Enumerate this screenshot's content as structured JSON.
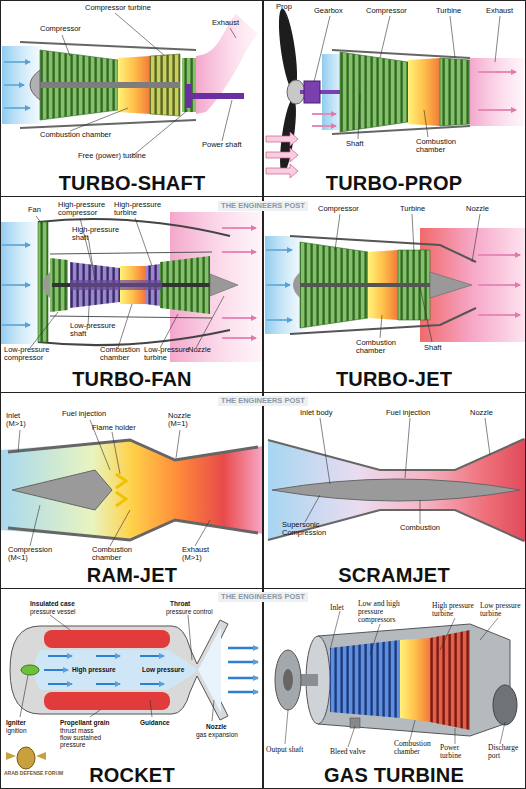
{
  "diagram": {
    "nodes": [
      {
        "text": [
          "TURBO-SHAFT"
        ]
      },
      {
        "text": [
          "TURBO-PROP"
        ]
      },
      {
        "text": [
          "TURBO-FAN"
        ]
      },
      {
        "text": [
          "TURBO-JET"
        ]
      },
      {
        "text": [
          "RAM-JET"
        ]
      },
      {
        "text": [
          "SCRAMJET"
        ]
      },
      {
        "text": [
          "ROCKET"
        ]
      },
      {
        "text": [
          "GAS TURBINE"
        ]
      }
    ],
    "labels": [
      "Compressor turbine",
      "Exhaust",
      "Compressor",
      "Combustion chamber",
      "Free (power) turbine",
      "Power shaft",
      "Prop",
      "Gearbox",
      "Compressor",
      "Turbine",
      "Exhaust",
      "Shaft",
      "Combustion chamber",
      "THE ENGINEERS POST",
      "Fan",
      "High-pressure compressor",
      "High-pressure turbine",
      "High-pressure shaft",
      "Low-pressure shaft",
      "Low-pressure compressor",
      "Combustion chamber",
      "Low-pressure turbine",
      "Nozzle",
      "Compressor",
      "Turbine",
      "Nozzle",
      "Combustion chamber",
      "Shaft",
      "THE ENGINEERS POST",
      "Inlet (M>1)",
      "Fuel injection",
      "Flame holder",
      "Nozzle (M=1)",
      "Compression (M<1)",
      "Combustion chamber",
      "Exhaust (M>1)",
      "Inlet body",
      "Fuel injection",
      "Nozzle",
      "Supersonic Compression",
      "Combustion",
      "THE ENGINEERS POST",
      "Insulated case",
      "pressure vessel",
      "Throat",
      "pressure control",
      "High pressure",
      "Low pressure",
      "Igniter",
      "ignition",
      "Propellant grain",
      "thrust mass flow sustained pressure",
      "Guidance",
      "Nozzle",
      "gas expansion",
      "Inlet",
      "Low and high pressure compressors",
      "High pressure turbine",
      "Low pressure turbine",
      "Output shaft",
      "Bleed valve",
      "Combustion chamber",
      "Power turbine",
      "Discharge port",
      "ARAB DEFENSE FORUM"
    ]
  }
}
